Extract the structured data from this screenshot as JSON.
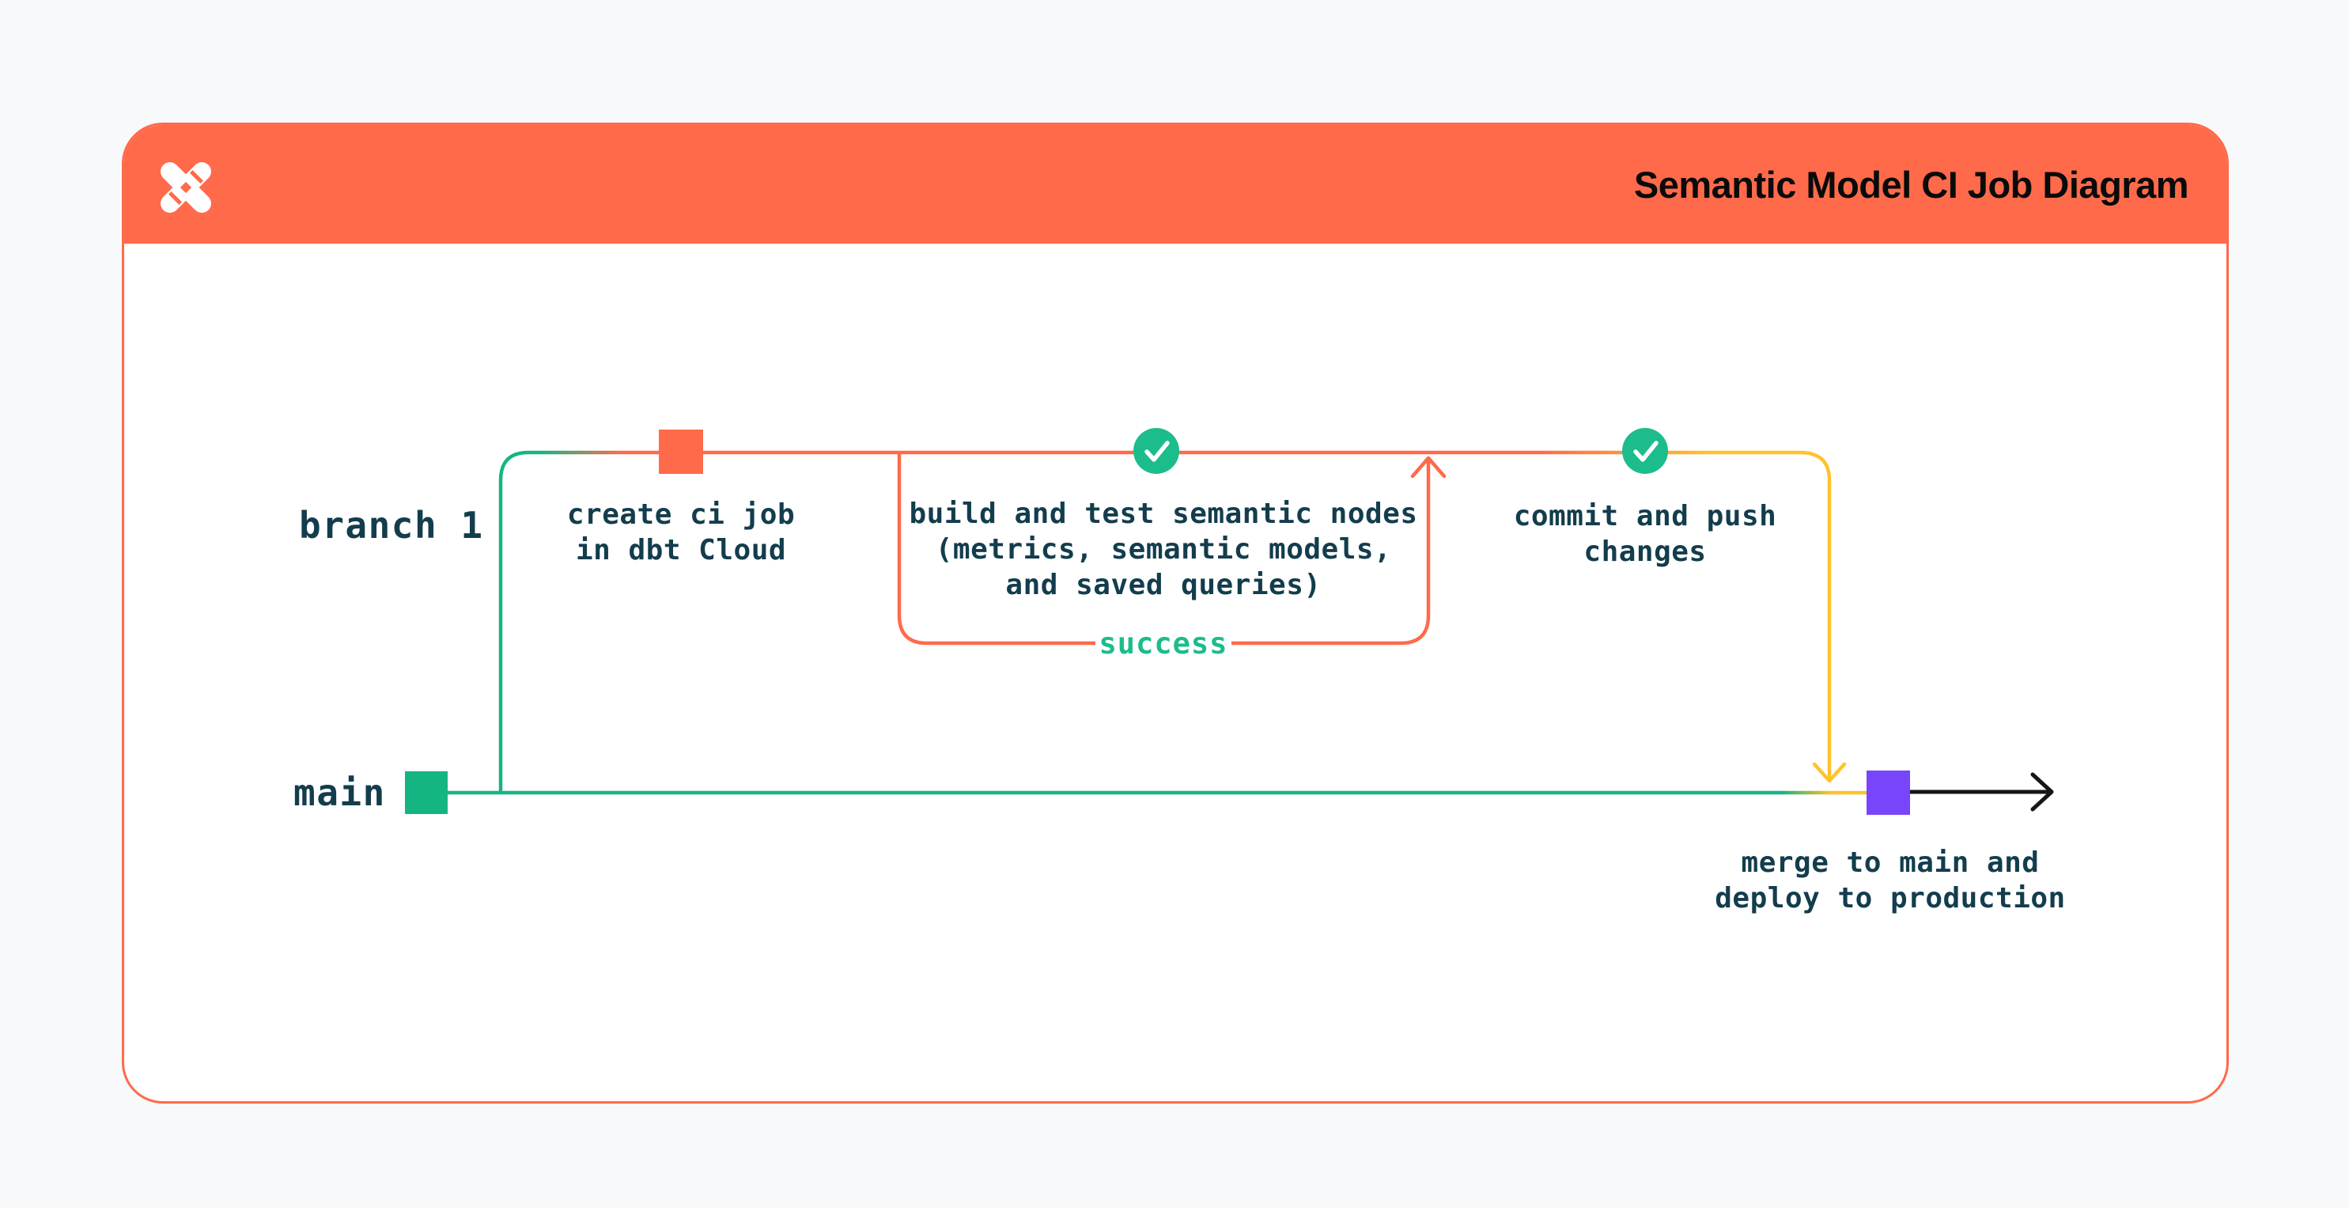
{
  "header": {
    "title": "Semantic Model CI Job Diagram",
    "logo": "dbt-logo"
  },
  "colors": {
    "page_bg": "#F8F9FA",
    "card_bg": "#FFFFFF",
    "orange": "#FF6A4B",
    "green": "#14B583",
    "green_bright": "#1CBC8C",
    "yellow": "#FFC32A",
    "purple": "#7845FA",
    "ink": "#133D4D",
    "title_ink": "#0A0A0A",
    "black": "#161616"
  },
  "diagram": {
    "branch_label": "branch 1",
    "main_label": "main",
    "loop_label": "success",
    "steps": {
      "create_ci": "create ci job\nin dbt Cloud",
      "build_test": "build and test semantic nodes\n(metrics, semantic models,\nand saved queries)",
      "commit_push": "commit and push\nchanges",
      "merge_deploy": "merge to main and\ndeploy to production"
    }
  }
}
